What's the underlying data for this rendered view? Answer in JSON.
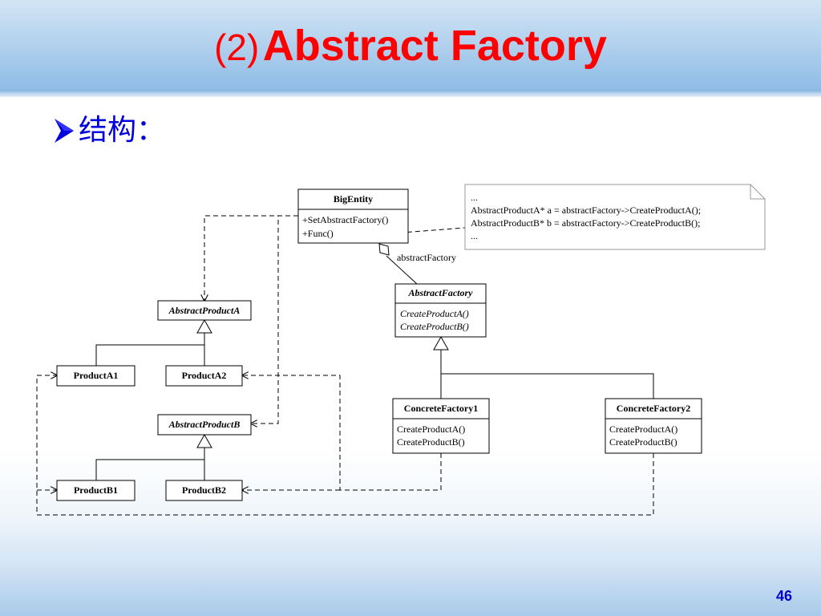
{
  "slide": {
    "title_prefix": "(2)",
    "title_main": "Abstract Factory",
    "bullet": "结构：",
    "page_number": "46"
  },
  "diagram": {
    "big_entity": {
      "name": "BigEntity",
      "methods": [
        "+SetAbstractFactory()",
        "+Func()"
      ]
    },
    "note": {
      "lines": [
        "...",
        "AbstractProductA* a = abstractFactory->CreateProductA();",
        "AbstractProductB* b = abstractFactory->CreateProductB();",
        "..."
      ]
    },
    "association_label": "abstractFactory",
    "abstract_factory": {
      "name": "AbstractFactory",
      "methods": [
        "CreateProductA()",
        "CreateProductB()"
      ]
    },
    "abstract_product_a": {
      "name": "AbstractProductA"
    },
    "abstract_product_b": {
      "name": "AbstractProductB"
    },
    "product_a1": {
      "name": "ProductA1"
    },
    "product_a2": {
      "name": "ProductA2"
    },
    "product_b1": {
      "name": "ProductB1"
    },
    "product_b2": {
      "name": "ProductB2"
    },
    "concrete_factory1": {
      "name": "ConcreteFactory1",
      "methods": [
        "CreateProductA()",
        "CreateProductB()"
      ]
    },
    "concrete_factory2": {
      "name": "ConcreteFactory2",
      "methods": [
        "CreateProductA()",
        "CreateProductB()"
      ]
    }
  }
}
